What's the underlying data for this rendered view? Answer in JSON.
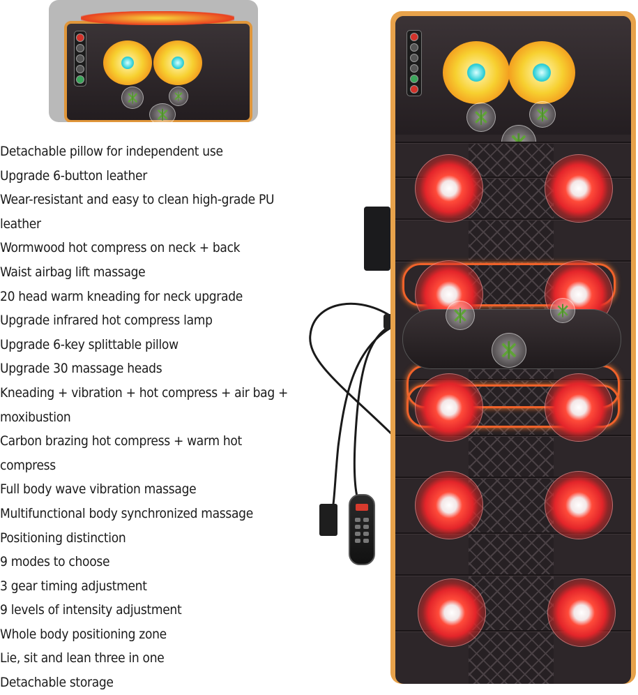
{
  "features": [
    "Detachable pillow for independent use",
    "Upgrade 6-button leather",
    "Wear-resistant and easy to clean high-grade PU",
    "leather",
    "Wormwood hot compress on neck + back",
    "Waist airbag lift massage",
    "20 head warm kneading for neck upgrade",
    "Upgrade infrared hot compress lamp",
    "Upgrade 6-key splittable pillow",
    "Upgrade 30 massage heads",
    "Kneading + vibration + hot compress + air bag +",
    "moxibustion",
    "Carbon brazing hot compress + warm hot",
    "compress",
    "Full body wave vibration massage",
    "Multifunctional body synchronized massage",
    "Positioning distinction",
    "9 modes to choose",
    "3 gear timing adjustment",
    "9 levels of intensity adjustment",
    "Whole body positioning zone",
    "Lie, sit and lean three in one",
    "Detachable storage"
  ],
  "colors": {
    "mat_trim": "#e7a24b",
    "mat_body": "#2d2629",
    "heat_red": "#e3252a",
    "kneading_yellow": "#f7d030",
    "kneading_core": "#33d1d8"
  },
  "icons": [
    "massage-head-icon",
    "herb-icon",
    "control-button-icon"
  ]
}
